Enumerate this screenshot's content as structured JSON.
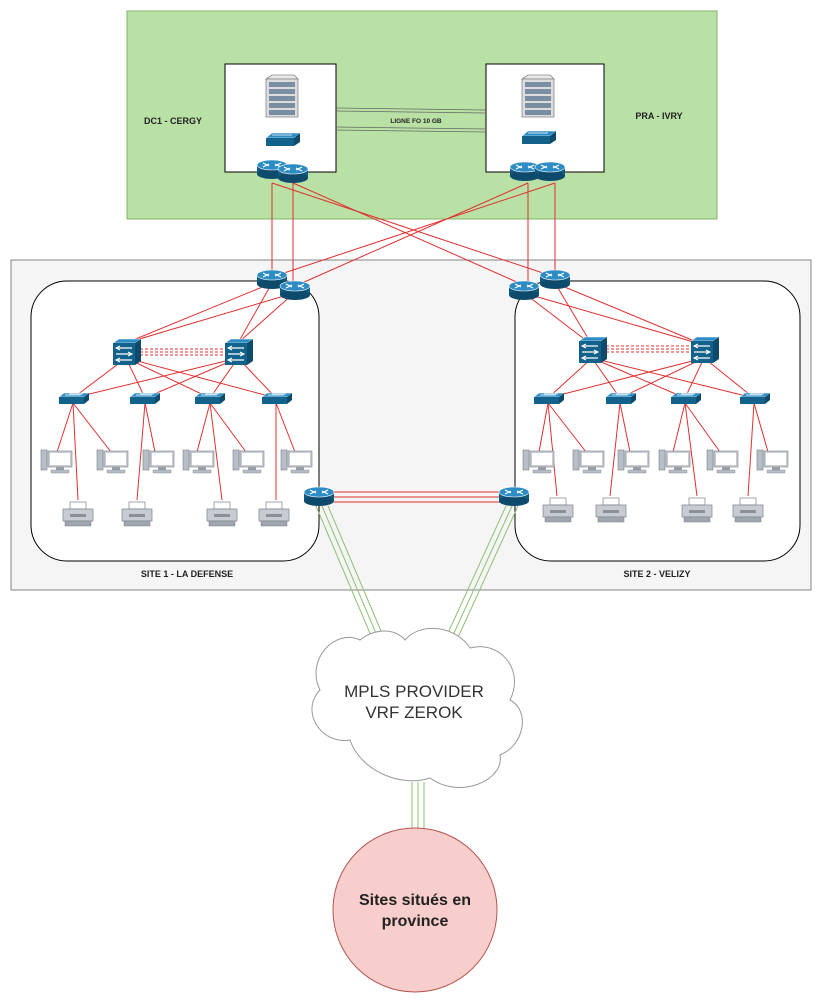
{
  "zones": {
    "dc1_label": "DC1 - CERGY",
    "pra_label": "PRA - IVRY",
    "fiber_link_label": "LIGNE FO 10 GB",
    "site1_label": "SITE 1 - LA DEFENSE",
    "site2_label": "SITE 2 - VELIZY"
  },
  "cloud": {
    "line1": "MPLS PROVIDER",
    "line2": "VRF ZEROK"
  },
  "province": {
    "line1": "Sites situés en",
    "line2": "province"
  },
  "colors": {
    "datacenter_zone_fill": "#b9e0a5",
    "datacenter_zone_stroke": "#82b366",
    "campus_zone_fill": "#f5f5f5",
    "lan_link": "#e03030",
    "wan_link": "#8cbf73",
    "device_blue": "#13628c",
    "province_fill": "#f8cecc",
    "province_stroke": "#b85450"
  },
  "icons": [
    "server-rack-icon",
    "core-switch-icon",
    "router-icon",
    "l3-switch-icon",
    "access-switch-icon",
    "workstation-icon",
    "printer-icon",
    "cloud-icon"
  ]
}
